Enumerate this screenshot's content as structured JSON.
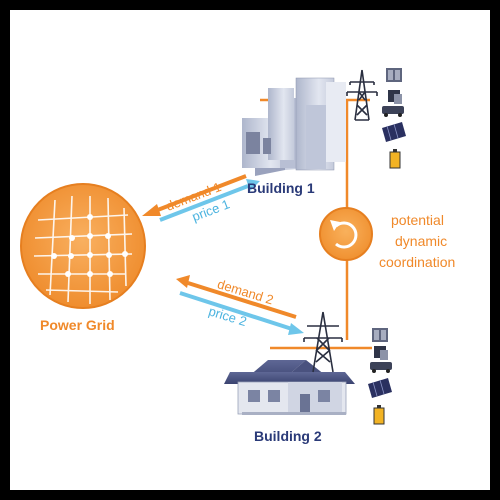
{
  "diagram": {
    "nodes": {
      "building1": "Building 1",
      "building2": "Building 2",
      "power_grid": "Power Grid"
    },
    "edges": {
      "demand1": "demand 1",
      "price1": "price 1",
      "demand2": "demand 2",
      "price2": "price 2"
    },
    "coordination": {
      "line1": "potential",
      "line2": "dynamic",
      "line3": "coordination"
    },
    "colors": {
      "orange": "#f0892a",
      "orange_light": "#f7a54d",
      "blue": "#6ec6ea",
      "navy": "#2a3a78",
      "building_gray": "#d3d8e6",
      "building_shadow": "#8b93ad",
      "frame": "#000000",
      "background": "#ffffff"
    }
  }
}
